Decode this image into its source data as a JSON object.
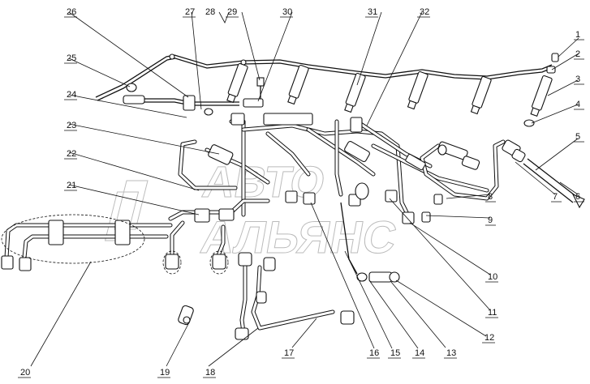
{
  "watermark": {
    "line1": "АВТО",
    "line2": "АЛЬЯНС"
  },
  "callouts": [
    "1",
    "2",
    "3",
    "4",
    "5",
    "6",
    "7",
    "8",
    "9",
    "10",
    "11",
    "12",
    "13",
    "14",
    "15",
    "16",
    "17",
    "18",
    "19",
    "20",
    "21",
    "22",
    "23",
    "24",
    "25",
    "26",
    "27",
    "28",
    "29",
    "30",
    "31",
    "32"
  ]
}
